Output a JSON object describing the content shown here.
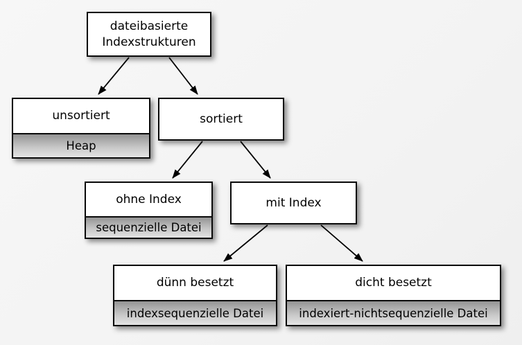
{
  "diagram": {
    "description": "Baumdiagramm dateibasierte Indexstrukturen",
    "colors": {
      "background": "#f3f3f3",
      "node_fill": "#ffffff",
      "node_border": "#0a0a0a",
      "sub_gradient_top": "#949494",
      "sub_gradient_bottom": "#e4e4e4",
      "arrow": "#000000",
      "shadow": "rgba(0,0,0,0.45)"
    },
    "nodes": [
      {
        "id": "root",
        "label": "dateibasierte Indexstrukturen",
        "sublabel": ""
      },
      {
        "id": "unsortiert",
        "label": "unsortiert",
        "sublabel": "Heap"
      },
      {
        "id": "sortiert",
        "label": "sortiert",
        "sublabel": ""
      },
      {
        "id": "ohne-index",
        "label": "ohne Index",
        "sublabel": "sequenzielle Datei"
      },
      {
        "id": "mit-index",
        "label": "mit Index",
        "sublabel": ""
      },
      {
        "id": "duenn-besetzt",
        "label": "dünn besetzt",
        "sublabel": "indexsequenzielle Datei"
      },
      {
        "id": "dicht-besetzt",
        "label": "dicht besetzt",
        "sublabel": "indexiert-nichtsequenzielle Datei"
      }
    ],
    "edges": [
      {
        "from": "root",
        "to": "unsortiert"
      },
      {
        "from": "root",
        "to": "sortiert"
      },
      {
        "from": "sortiert",
        "to": "ohne-index"
      },
      {
        "from": "sortiert",
        "to": "mit-index"
      },
      {
        "from": "mit-index",
        "to": "duenn-besetzt"
      },
      {
        "from": "mit-index",
        "to": "dicht-besetzt"
      }
    ]
  }
}
